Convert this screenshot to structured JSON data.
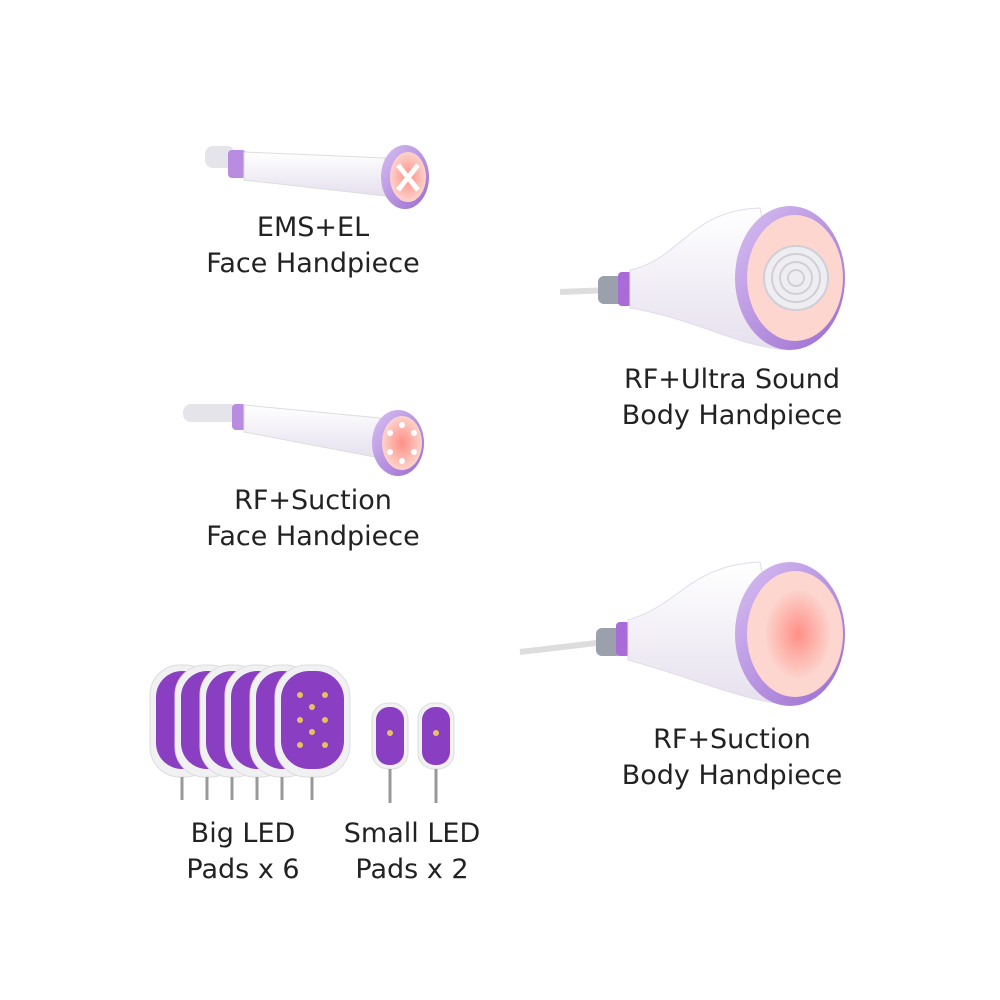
{
  "products": [
    {
      "id": "ems-el-face",
      "line1": "EMS+EL",
      "line2": "Face Handpiece"
    },
    {
      "id": "rf-ultrasound-body",
      "line1": "RF+Ultra Sound",
      "line2": "Body Handpiece"
    },
    {
      "id": "rf-suction-face",
      "line1": "RF+Suction",
      "line2": "Face Handpiece"
    },
    {
      "id": "rf-suction-body",
      "line1": "RF+Suction",
      "line2": "Body Handpiece"
    },
    {
      "id": "big-led-pads",
      "line1": "Big LED",
      "line2": "Pads x 6"
    },
    {
      "id": "small-led-pads",
      "line1": "Small LED",
      "line2": "Pads x 2"
    }
  ],
  "colors": {
    "purple": "#9b5fd0",
    "lightPurple": "#c9a8ec",
    "pink": "#f7b8ae",
    "padPurple": "#8a3fc2"
  }
}
